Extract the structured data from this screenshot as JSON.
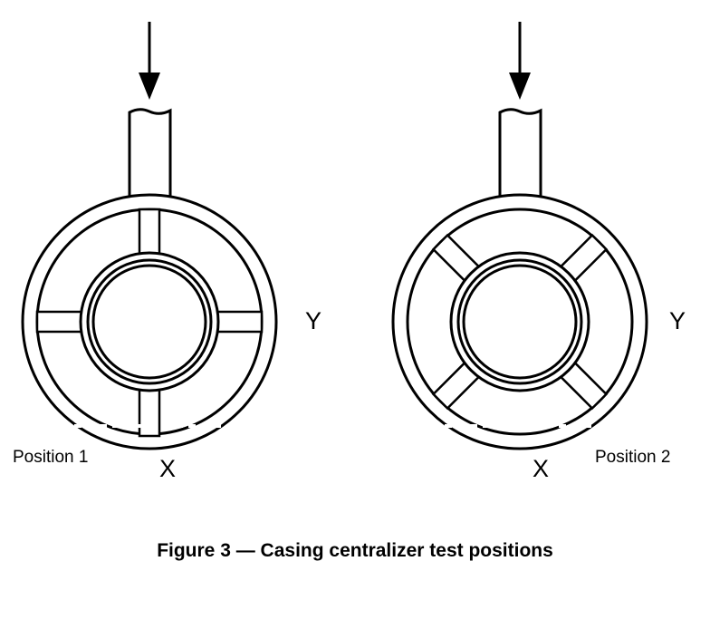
{
  "figure": {
    "caption": "Figure 3 — Casing centralizer test positions",
    "positions": [
      {
        "label": "Position 1",
        "axis_x": "X",
        "axis_y": "Y",
        "blade_rotation_deg": 0
      },
      {
        "label": "Position 2",
        "axis_x": "X",
        "axis_y": "Y",
        "blade_rotation_deg": 45
      }
    ]
  },
  "colors": {
    "stroke": "#000000",
    "background": "#ffffff"
  },
  "icons": {
    "load": "down-arrow-icon"
  }
}
